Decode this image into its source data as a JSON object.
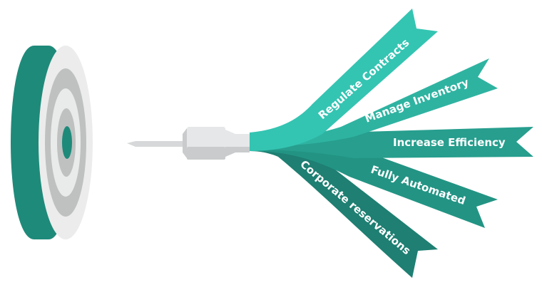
{
  "colors": {
    "target_rim": "#1e8a7a",
    "target_face": "#ececec",
    "target_ring_gray": "#bfc1c1",
    "target_ring_light": "#e9eaea",
    "target_center": "#1e8a7a",
    "dart_body": "#e6e7e8",
    "dart_shadow": "#c9cbcc",
    "dart_needle": "#d6d8d9",
    "ribbon_1": "#34c4b2",
    "ribbon_2": "#2fb3a1",
    "ribbon_3": "#279e8e",
    "ribbon_4": "#239484",
    "ribbon_5": "#1e7f72"
  },
  "ribbons": [
    {
      "label": "Regulate Contracts"
    },
    {
      "label": "Manage Inventory"
    },
    {
      "label": "Increase Efficiency"
    },
    {
      "label": "Fully Automated"
    },
    {
      "label": "Corporate reservations"
    }
  ]
}
